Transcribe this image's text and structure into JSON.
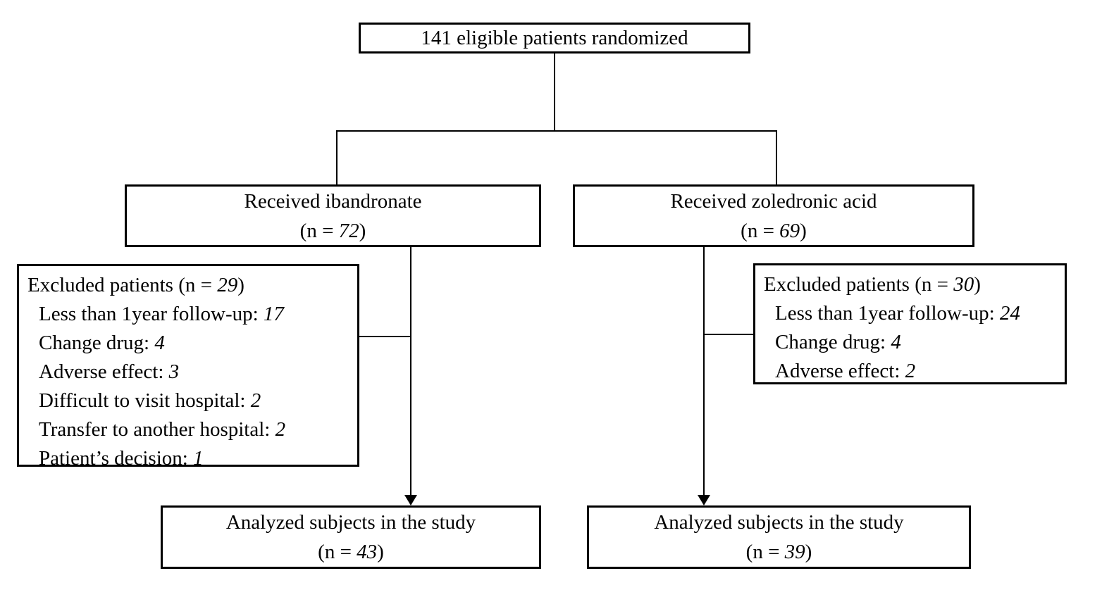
{
  "colors": {
    "line": "#000000",
    "text": "#000000",
    "background": "#ffffff"
  },
  "top_box": {
    "label": "141 eligible patients randomized"
  },
  "arms": {
    "left": {
      "label": "Received ibandronate",
      "n_prefix": "(n = ",
      "n_value": "72",
      "n_suffix": ")"
    },
    "right": {
      "label": "Received zoledronic acid",
      "n_prefix": "(n = ",
      "n_value": "69",
      "n_suffix": ")"
    }
  },
  "excluded_left": {
    "title_prefix": "Excluded patients (n = ",
    "title_value": "29",
    "title_suffix": ")",
    "items": [
      {
        "label": "Less than 1year follow-up: ",
        "value": "17"
      },
      {
        "label": "Change drug: ",
        "value": "4"
      },
      {
        "label": "Adverse effect: ",
        "value": "3"
      },
      {
        "label": "Difficult to visit hospital: ",
        "value": "2"
      },
      {
        "label": "Transfer to another hospital: ",
        "value": "2"
      },
      {
        "label": "Patient’s decision: ",
        "value": "1"
      }
    ]
  },
  "excluded_right": {
    "title_prefix": "Excluded patients (n = ",
    "title_value": "30",
    "title_suffix": ")",
    "items": [
      {
        "label": "Less than 1year follow-up: ",
        "value": "24"
      },
      {
        "label": "Change drug: ",
        "value": "4"
      },
      {
        "label": "Adverse effect: ",
        "value": "2"
      }
    ]
  },
  "analyzed": {
    "left": {
      "label": "Analyzed subjects in the study",
      "n_prefix": "(n = ",
      "n_value": "43",
      "n_suffix": ")"
    },
    "right": {
      "label": "Analyzed subjects in the study",
      "n_prefix": "(n = ",
      "n_value": "39",
      "n_suffix": ")"
    }
  }
}
